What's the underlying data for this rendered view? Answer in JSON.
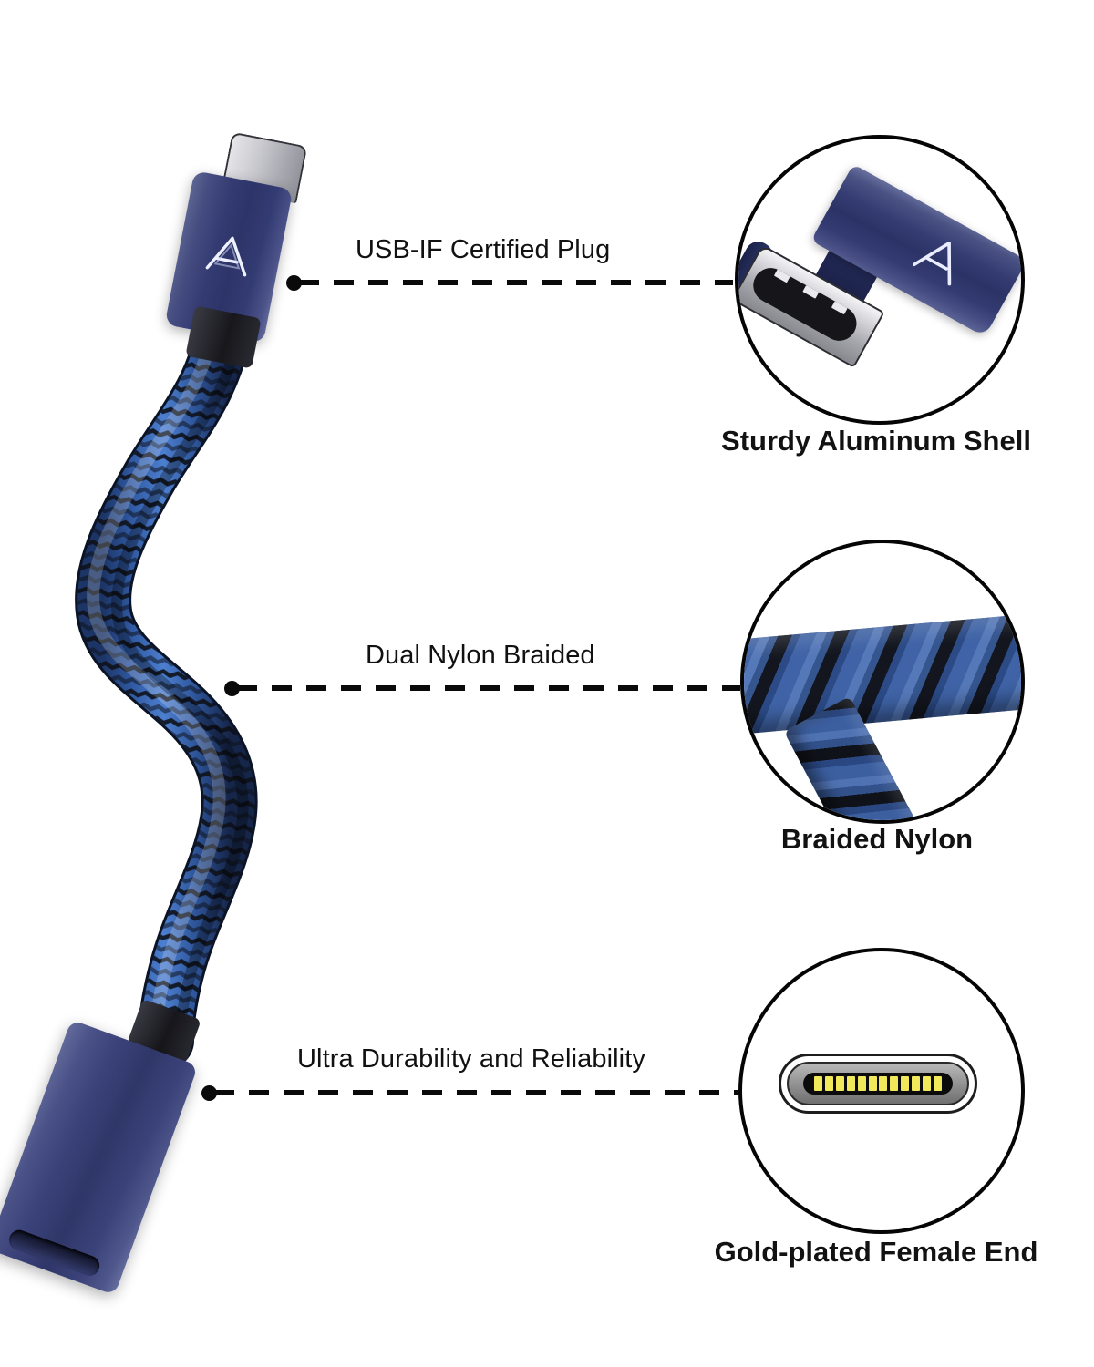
{
  "page": {
    "title": "USB-C Cable Feature Infographic",
    "background_color": "#ffffff"
  },
  "product": {
    "name": "USB-C Male to Female Extension Adapter Cable",
    "shell_color": "#2f3769",
    "braid_colors": [
      "#3a5d9c",
      "#13161f"
    ],
    "pin_color": "#f2e85c",
    "metal_tip_color": "#c9c9cf"
  },
  "callouts": [
    {
      "id": "usb-if-certified-plug",
      "label": "USB-IF Certified Plug",
      "marker": "dot",
      "line_style": "dashed"
    },
    {
      "id": "dual-nylon-braided",
      "label": "Dual Nylon Braided",
      "marker": "dot",
      "line_style": "dashed"
    },
    {
      "id": "ultra-durability-and-reliability",
      "label": "Ultra Durability and Reliability",
      "marker": "dot",
      "line_style": "dashed"
    }
  ],
  "detail_circles": [
    {
      "id": "sturdy-aluminum-shell",
      "caption": "Sturdy Aluminum Shell",
      "depicts": "usb-c-male-plug-closeup",
      "brand_logo": "stylized-a-arrow-logo"
    },
    {
      "id": "braided-nylon",
      "caption": "Braided Nylon",
      "depicts": "nylon-braid-macro"
    },
    {
      "id": "gold-plated-female-end",
      "caption": "Gold-plated Female End",
      "depicts": "usb-c-female-port-pins",
      "pin_count_top": 12,
      "pin_count_bottom": 12
    }
  ]
}
